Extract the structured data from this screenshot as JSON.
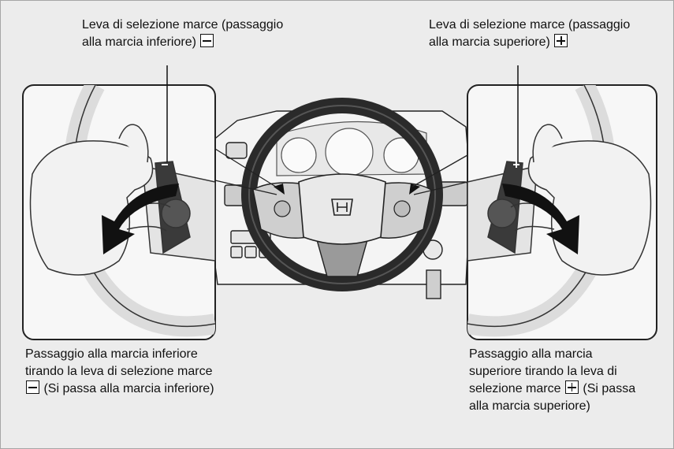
{
  "callouts": {
    "top_left": {
      "line1": "Leva di selezione marce (passaggio",
      "line2_text": "alla marcia inferiore)",
      "symbol": "minus"
    },
    "top_right": {
      "line1": "Leva di selezione marce (passaggio",
      "line2_text": "alla marcia superiore)",
      "symbol": "plus"
    },
    "bottom_left": {
      "line1": "Passaggio alla marcia inferiore",
      "line2": "tirando la leva di selezione marce",
      "line3_text": "(Si passa alla marcia inferiore)",
      "symbol": "minus"
    },
    "bottom_right": {
      "line1": "Passaggio alla marcia",
      "line2": "superiore tirando la leva di",
      "line3_before": "selezione marce",
      "line3_after": "(Si passa",
      "line4": "alla marcia superiore)",
      "symbol": "plus"
    }
  },
  "icons": {
    "shift_down": "minus-box-icon",
    "shift_up": "plus-box-icon",
    "brand_logo": "honda-h-logo"
  },
  "colors": {
    "background": "#ececec",
    "panel": "#f7f7f7",
    "outline": "#222222",
    "arrow": "#111111"
  }
}
